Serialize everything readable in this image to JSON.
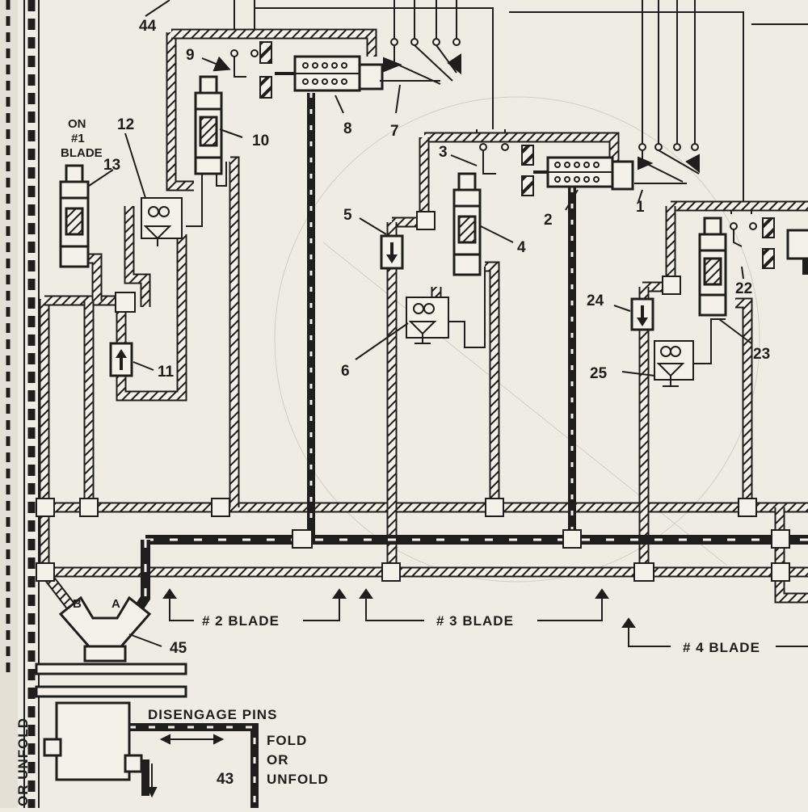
{
  "diagram": {
    "callouts": [
      "44",
      "9",
      "8",
      "7",
      "10",
      "12",
      "13",
      "11",
      "3",
      "2",
      "1",
      "5",
      "4",
      "6",
      "24",
      "22",
      "25",
      "23",
      "45",
      "43"
    ],
    "on_blade_label": [
      "ON",
      "#1",
      "BLADE"
    ],
    "port_labels": {
      "a": "A",
      "b": "B"
    },
    "blade_labels": {
      "blade2": "# 2  BLADE",
      "blade3": "# 3  BLADE",
      "blade4": "# 4  BLADE"
    },
    "disengage_pins": "DISENGAGE PINS",
    "fold_or_unfold_right": [
      "FOLD",
      "OR",
      "UNFOLD"
    ],
    "fold_or_unfold_left": "OR UNFOLD"
  },
  "colors": {
    "paper": "#efece3",
    "ink": "#1e1e1e",
    "accent_hatch": "#1e1e1e"
  }
}
